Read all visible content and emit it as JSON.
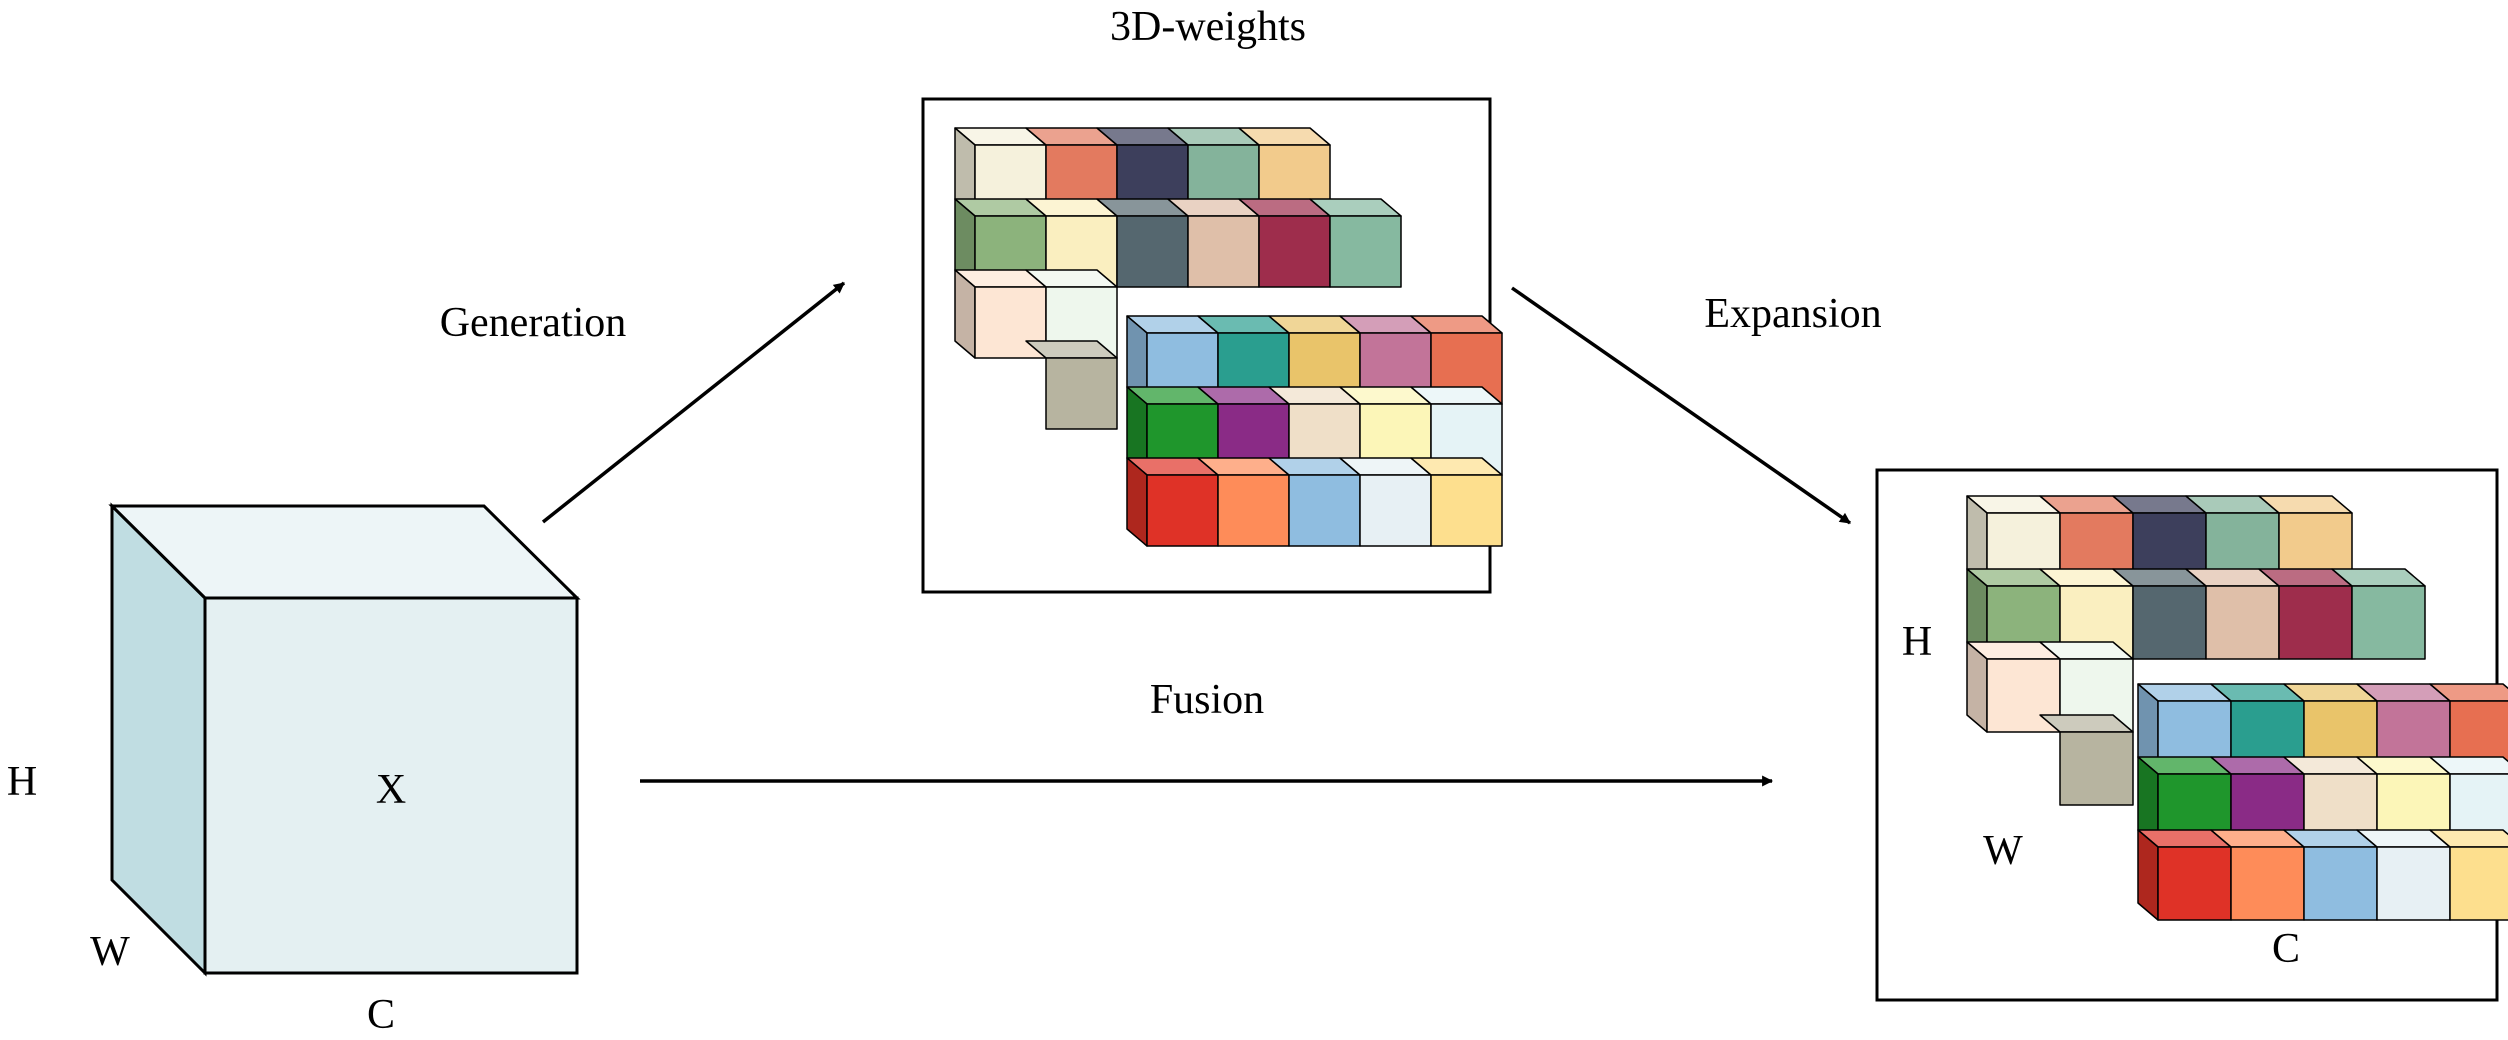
{
  "labels": {
    "generation": "Generation",
    "weights": "3D-weights",
    "expansion": "Expansion",
    "fusion": "Fusion"
  },
  "input_cube": {
    "center": "X",
    "h": "H",
    "w": "W",
    "c": "C",
    "colors": {
      "front": "#e4f0f2",
      "side": "#c0dde2",
      "top": "#edf5f7"
    }
  },
  "output_axes": {
    "h": "H",
    "w": "W",
    "c": "C"
  },
  "weight_layers": [
    [
      "#f5f1dc",
      "#e37a5f",
      "#3d3f5c",
      "#84b39b",
      "#f2cb8c",
      "#8cb37c",
      "#faefc0",
      "#55676f",
      "#dfbfa9",
      "#9e2d4c",
      "#fde6d4",
      "#eef7ed",
      "#86b9a0",
      "#b7b4a0"
    ],
    [
      "#8fbde0",
      "#2a9e8f",
      "#e9c46a",
      "#c27499",
      "#e76f51",
      "#1f962c",
      "#8a2b86",
      "#efdfc8",
      "#fcf6b8",
      "#e5f3f6",
      "#df3227",
      "#fe8c59",
      "#8fbde0",
      "#e7f0f4",
      "#fddf8e"
    ]
  ]
}
